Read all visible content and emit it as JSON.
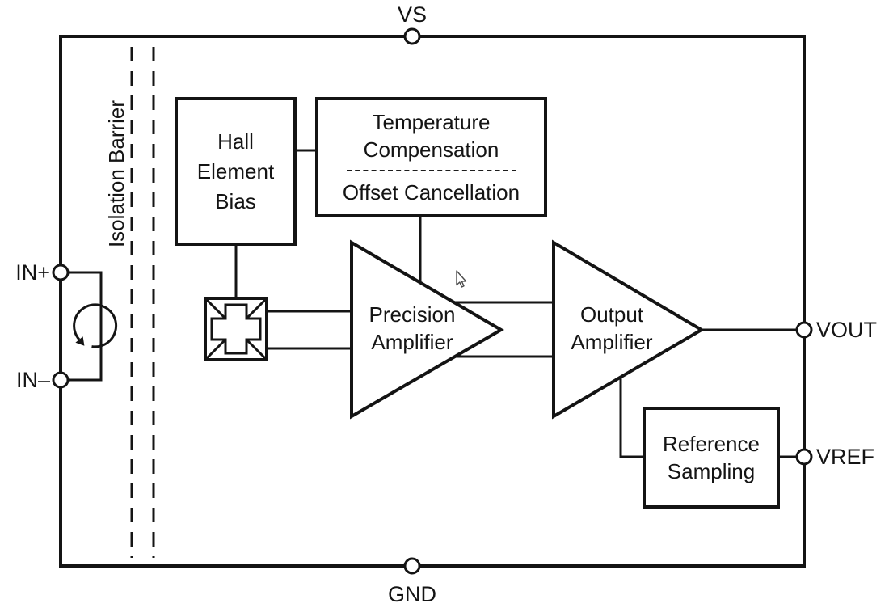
{
  "diagram": {
    "pins": {
      "vs": "VS",
      "gnd": "GND",
      "in_plus": "IN+",
      "in_minus": "IN–",
      "vout": "VOUT",
      "vref": "VREF"
    },
    "isolation_barrier": "Isolation Barrier",
    "blocks": {
      "hall_bias": {
        "lines": [
          "Hall",
          "Element",
          "Bias"
        ]
      },
      "temp_comp": {
        "top_lines": [
          "Temperature",
          "Compensation"
        ],
        "bottom_line": "Offset Cancellation"
      },
      "precision_amp": {
        "lines": [
          "Precision",
          "Amplifier"
        ]
      },
      "output_amp": {
        "lines": [
          "Output",
          "Amplifier"
        ]
      },
      "reference_sampling": {
        "lines": [
          "Reference",
          "Sampling"
        ]
      }
    },
    "colors": {
      "line": "#141414",
      "background": "#ffffff"
    }
  }
}
